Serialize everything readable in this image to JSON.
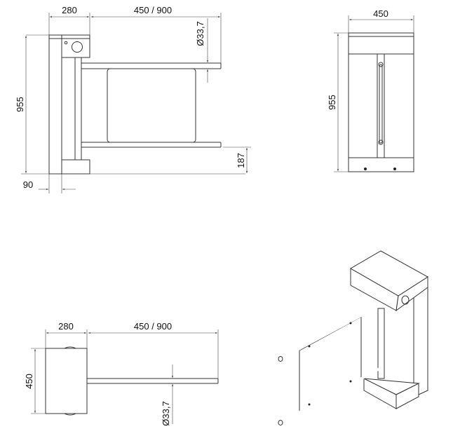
{
  "front_view": {
    "width_head": "280",
    "arm_length": "450 / 900",
    "tube_diameter": "Ø33,7",
    "height": "955",
    "base_height": "187",
    "post_width": "90"
  },
  "side_view": {
    "width": "450",
    "height": "955"
  },
  "top_view": {
    "width_head": "280",
    "arm_length": "450 / 900",
    "depth": "450",
    "tube_diameter": "Ø33,7"
  },
  "colors": {
    "line": "#333333",
    "background": "#ffffff"
  }
}
